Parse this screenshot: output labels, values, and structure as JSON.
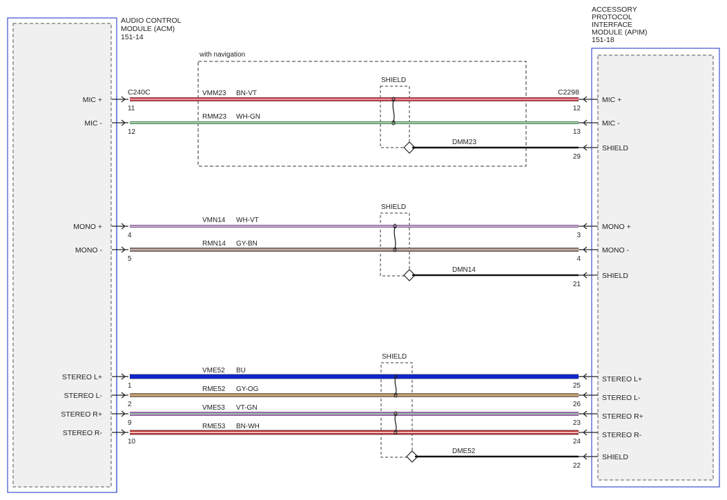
{
  "modules": {
    "acm": {
      "title_lines": [
        "AUDIO CONTROL",
        "MODULE (ACM)",
        "151-14"
      ]
    },
    "apim": {
      "title_lines": [
        "ACCESSORY",
        "PROTOCOL",
        "INTERFACE",
        "MODULE (APIM)",
        "151-18"
      ]
    }
  },
  "connectors": {
    "left": "C240C",
    "right": "C2298"
  },
  "nav_group_label": "with navigation",
  "shield_label": "SHIELD",
  "wires": [
    {
      "left_label": "MIC +",
      "left_pin": "11",
      "right_label": "MIC +",
      "right_pin": "12",
      "circuit": "VMM23",
      "color_code": "BN-VT",
      "color": "#c0394b",
      "stripe": "#f0a0a8"
    },
    {
      "left_label": "MIC -",
      "left_pin": "12",
      "right_label": "MIC -",
      "right_pin": "13",
      "circuit": "RMM23",
      "color_code": "WH-GN",
      "color": "#4aa35a",
      "stripe": "#ffffff"
    },
    {
      "left_label": "MONO +",
      "left_pin": "4",
      "right_label": "MONO +",
      "right_pin": "3",
      "circuit": "VMN14",
      "color_code": "WH-VT",
      "color": "#9a5fb0",
      "stripe": "#ffffff"
    },
    {
      "left_label": "MONO -",
      "left_pin": "5",
      "right_label": "MONO -",
      "right_pin": "4",
      "circuit": "RMN14",
      "color_code": "GY-BN",
      "color": "#8a7470",
      "stripe": "#c8b8b0"
    },
    {
      "left_label": "STEREO L+",
      "left_pin": "1",
      "right_label": "STEREO L+",
      "right_pin": "25",
      "circuit": "VME52",
      "color_code": "BU",
      "color": "#1025c8",
      "stripe": "#1025c8"
    },
    {
      "left_label": "STEREO L-",
      "left_pin": "2",
      "right_label": "STEREO L-",
      "right_pin": "26",
      "circuit": "RME52",
      "color_code": "GY-OG",
      "color": "#9a8a78",
      "stripe": "#d8a060"
    },
    {
      "left_label": "STEREO R+",
      "left_pin": "9",
      "right_label": "STEREO R+",
      "right_pin": "23",
      "circuit": "VME53",
      "color_code": "VT-GN",
      "color": "#b070c8",
      "stripe": "#90c890"
    },
    {
      "left_label": "STEREO R-",
      "left_pin": "10",
      "right_label": "STEREO R-",
      "right_pin": "24",
      "circuit": "RME53",
      "color_code": "BN-WH",
      "color": "#b03030",
      "stripe": "#f0c0c0"
    }
  ],
  "drains": [
    {
      "name": "DMM23",
      "right_label": "SHIELD",
      "right_pin": "29"
    },
    {
      "name": "DMN14",
      "right_label": "SHIELD",
      "right_pin": "21"
    },
    {
      "name": "DME52",
      "right_label": "SHIELD",
      "right_pin": "22"
    }
  ]
}
